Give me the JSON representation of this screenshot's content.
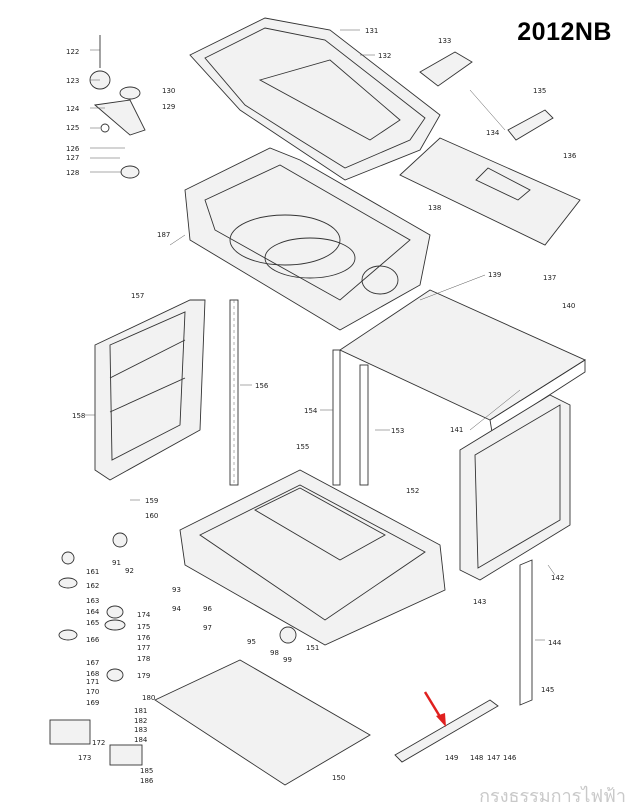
{
  "model": "2012NB",
  "watermark": "กรงธรรมการไฟฟ้า",
  "accent_color": "#e0201f",
  "callouts": [
    "122",
    "123",
    "124",
    "125",
    "126",
    "127",
    "128",
    "129",
    "130",
    "131",
    "132",
    "133",
    "134",
    "135",
    "136",
    "137",
    "138",
    "139",
    "140",
    "141",
    "142",
    "143",
    "144",
    "145",
    "146",
    "147",
    "148",
    "149",
    "150",
    "151",
    "152",
    "153",
    "154",
    "155",
    "156",
    "157",
    "158",
    "159",
    "160",
    "161",
    "162",
    "163",
    "164",
    "165",
    "166",
    "167",
    "168",
    "169",
    "170",
    "171",
    "172",
    "173",
    "174",
    "175",
    "176",
    "177",
    "178",
    "179",
    "180",
    "181",
    "182",
    "183",
    "184",
    "185",
    "186",
    "187",
    "91",
    "92",
    "93",
    "94",
    "95",
    "96",
    "97",
    "98",
    "99"
  ]
}
